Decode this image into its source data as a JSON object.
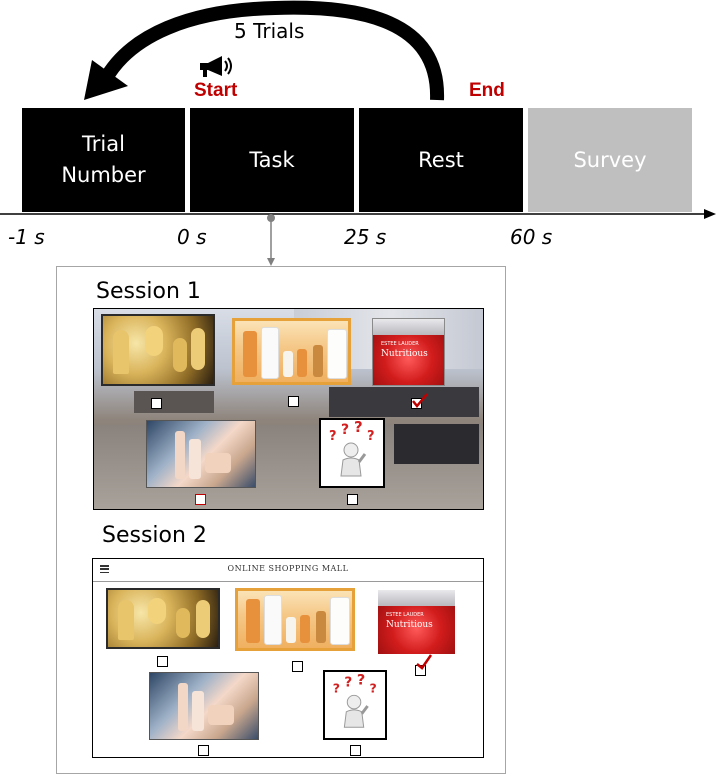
{
  "timeline": {
    "loop_label": "5 Trials",
    "start_label": "Start",
    "end_label": "End",
    "blocks": [
      {
        "label_line1": "Trial",
        "label_line2": "Number",
        "color": "#000000"
      },
      {
        "label": "Task",
        "color": "#000000"
      },
      {
        "label": "Rest",
        "color": "#000000"
      },
      {
        "label": "Survey",
        "color": "#bfbfbf"
      }
    ],
    "ticks": [
      "-1 s",
      "0 s",
      "25 s",
      "60 s"
    ],
    "marker_color": "#c00000"
  },
  "session1": {
    "title": "Session 1",
    "icons": [
      "gold-gift-set-image",
      "cream-skincare-set-image",
      "red-cream-jar-image",
      "blue-cosmetics-image",
      "question-person-image"
    ]
  },
  "session2": {
    "title": "Session 2",
    "shop_title": "ONLINE SHOPPING MALL",
    "icons": [
      "gold-gift-set-image",
      "cream-skincare-set-image",
      "red-cream-jar-image",
      "blue-cosmetics-image",
      "question-person-image"
    ]
  },
  "product_labels": {
    "jar_brand": "ESTEE LAUDER",
    "jar_name": "Nutritious"
  }
}
